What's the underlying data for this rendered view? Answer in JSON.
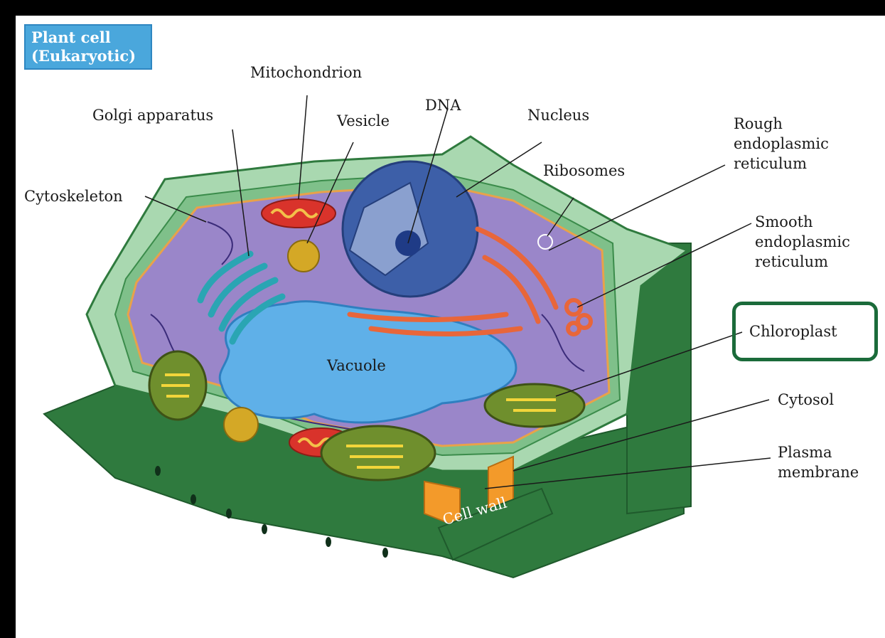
{
  "title": {
    "line1": "Plant cell",
    "line2": "(Eukaryotic)"
  },
  "labels": {
    "mitochondrion": "Mitochondrion",
    "dna": "DNA",
    "golgi": "Golgi apparatus",
    "vesicle": "Vesicle",
    "nucleus": "Nucleus",
    "rough_er": [
      "Rough",
      "endoplasmic",
      "reticulum"
    ],
    "ribosomes": "Ribosomes",
    "cytoskeleton": "Cytoskeleton",
    "smooth_er": [
      "Smooth",
      "endoplasmic",
      "reticulum"
    ],
    "chloroplast": "Chloroplast",
    "vacuole": "Vacuole",
    "cytosol": "Cytosol",
    "plasma_membrane": [
      "Plasma",
      "membrane"
    ],
    "cell_wall": "Cell wall"
  },
  "colors": {
    "title_badge": "#4aa7dc",
    "highlight_box": "#1b6b3a",
    "cell_wall": "#2f7a3e",
    "cell_wall_light": "#a9d8b0",
    "cytoplasm": "#9a86c9",
    "vacuole": "#5fb0e8",
    "nucleus": "#3d5fa8",
    "rough_er": "#e8663a",
    "golgi": "#2aa5b3",
    "mitochondrion": "#d9332b",
    "chloroplast": "#6f8f2d",
    "vesicle": "#d4a826",
    "cell_wall_cutaway": "#f39a2a"
  }
}
